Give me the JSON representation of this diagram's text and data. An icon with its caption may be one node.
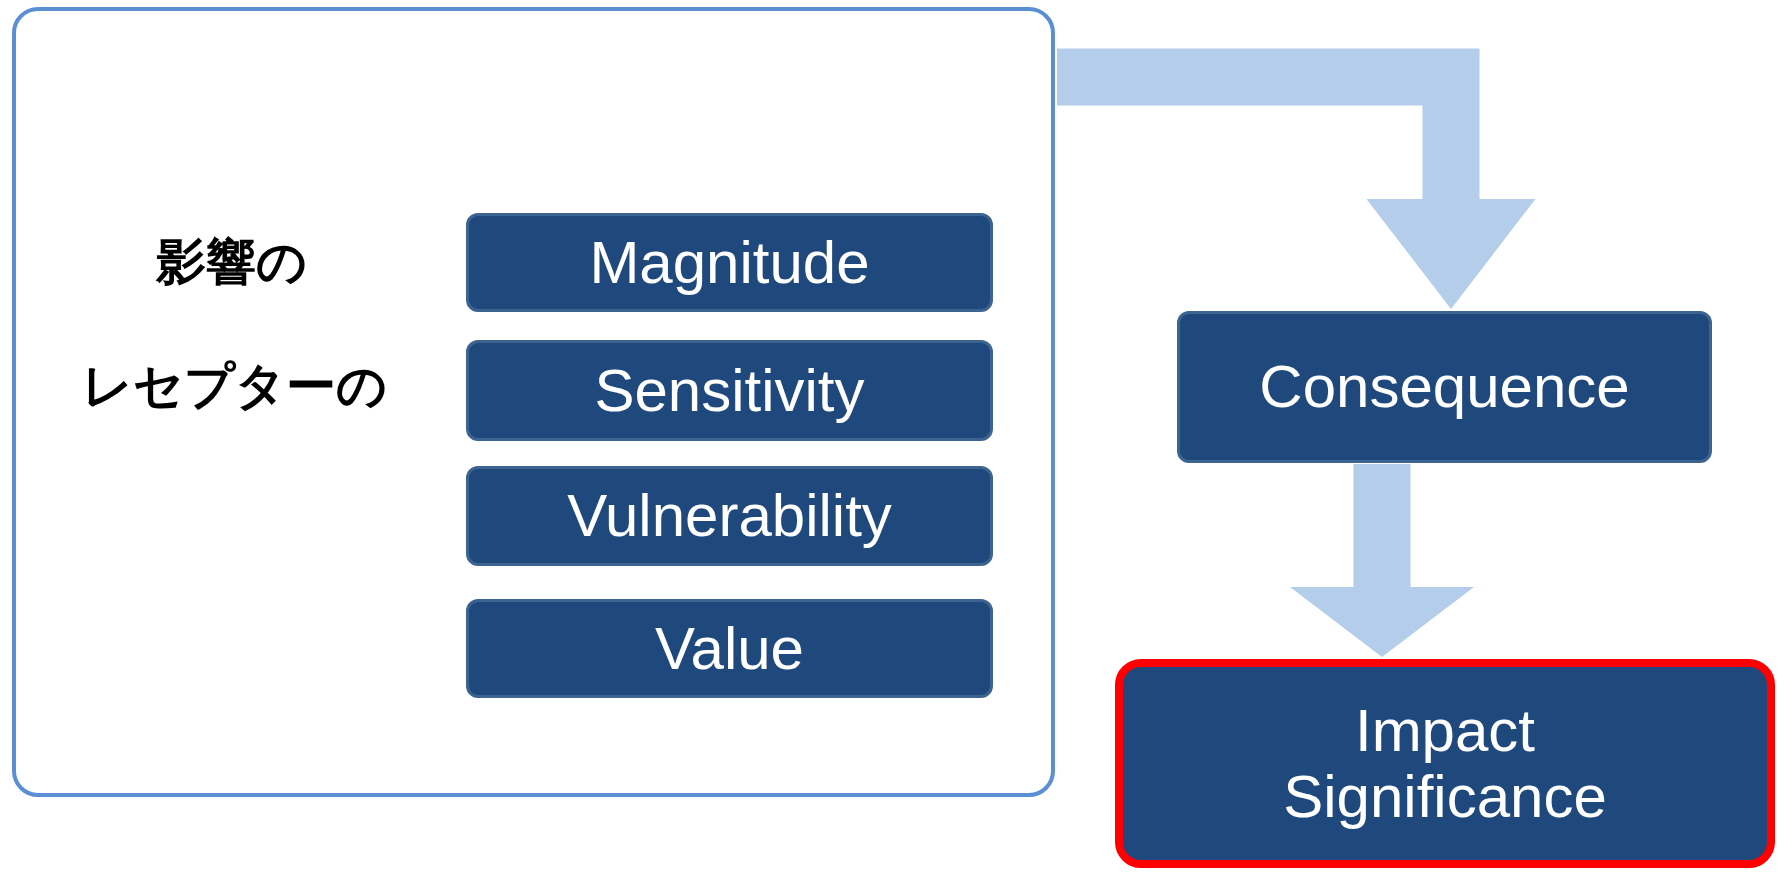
{
  "diagram": {
    "nodes": [
      {
        "text": [
          "影響の",
          "レセプターの"
        ]
      },
      {
        "text": [
          "Magnitude"
        ],
        "in": 0
      },
      {
        "text": [
          "Sensitivity"
        ],
        "in": 0
      },
      {
        "text": [
          "Vulnerability"
        ],
        "in": 0
      },
      {
        "text": [
          "Value"
        ],
        "in": 0
      },
      {
        "text": [
          "Consequence"
        ]
      },
      {
        "text": [
          "Impact Significance"
        ]
      }
    ],
    "edges": [
      {
        "from": 0,
        "to": 5,
        "arrow": "to"
      },
      {
        "from": 5,
        "to": 6,
        "arrow": "to"
      }
    ]
  }
}
